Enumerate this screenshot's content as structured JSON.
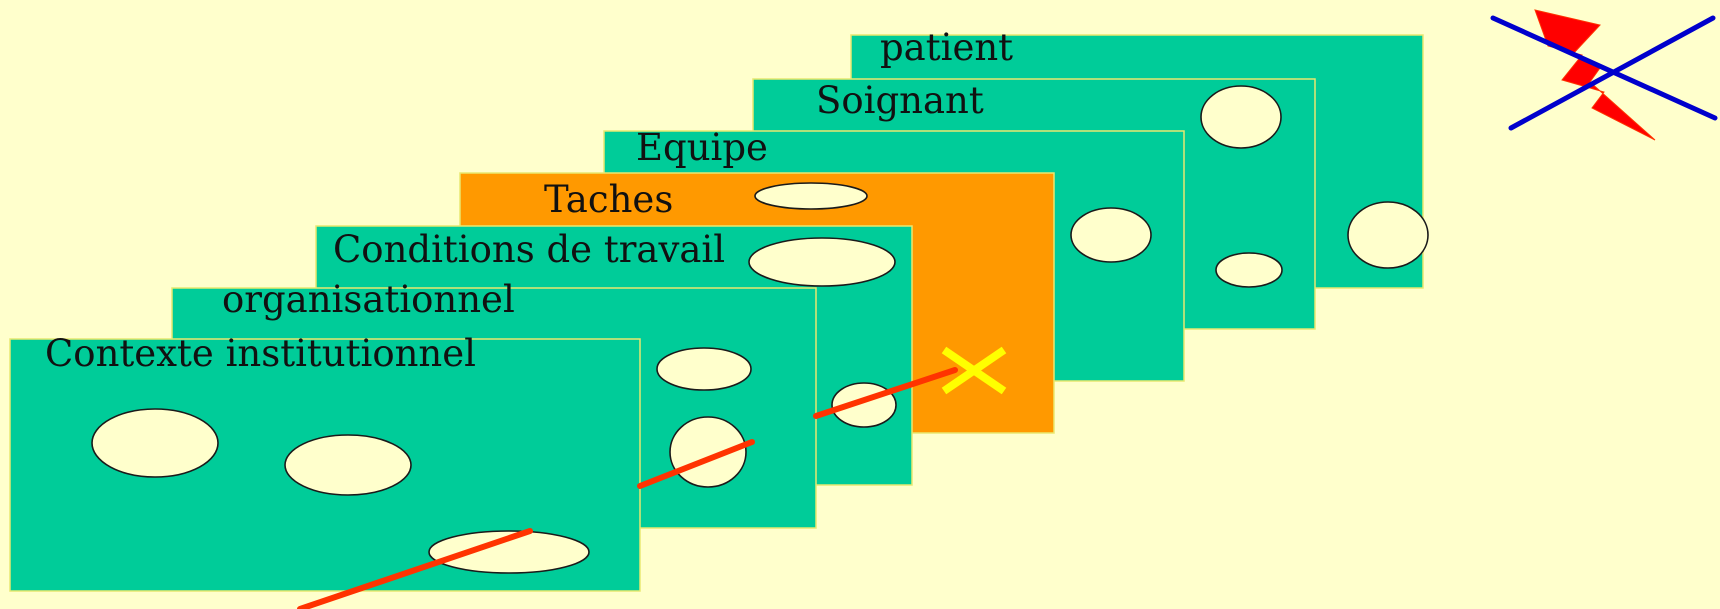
{
  "colors": {
    "background": "#FFFFCC",
    "layer": "#00CC99",
    "active_layer": "#FF9900",
    "hole": "#FFFFCC",
    "trajectory": "#FF3300",
    "stop_mark": "#FFFF00",
    "lightning": "#FF0000",
    "cancel_cross": "#0000CC"
  },
  "layers": [
    {
      "label": "patient",
      "color": "#00CC99"
    },
    {
      "label": "Soignant",
      "color": "#00CC99"
    },
    {
      "label": "Equipe",
      "color": "#00CC99"
    },
    {
      "label": "Taches",
      "color": "#FF9900"
    },
    {
      "label": "Conditions de travail",
      "color": "#00CC99"
    },
    {
      "label": "organisationnel",
      "color": "#00CC99"
    },
    {
      "label": "Contexte institutionnel",
      "color": "#00CC99"
    }
  ],
  "icons": {
    "stop_mark": "yellow-x-icon",
    "accident": "lightning-icon",
    "cancel": "blue-cross-icon"
  }
}
